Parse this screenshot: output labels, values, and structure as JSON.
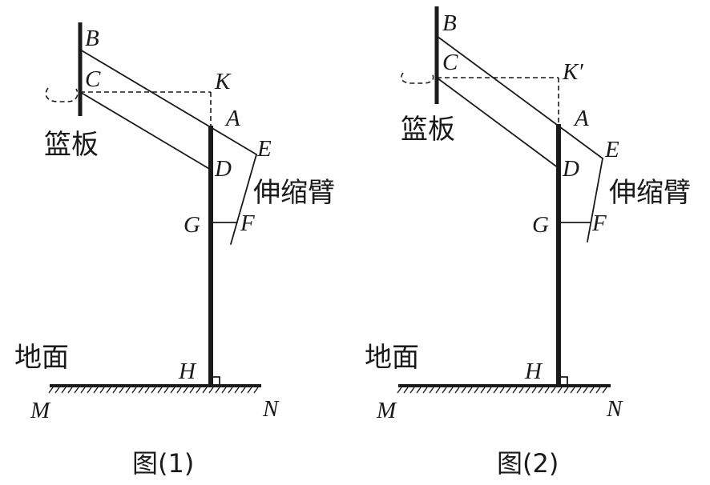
{
  "figures": [
    {
      "caption": "图(1)",
      "backboard_label": "篮板",
      "arm_label": "伸缩臂",
      "ground_label": "地面",
      "points": {
        "B": "B",
        "C": "C",
        "K": "K",
        "A": "A",
        "D": "D",
        "E": "E",
        "G": "G",
        "F": "F",
        "H": "H",
        "M": "M",
        "N": "N"
      }
    },
    {
      "caption": "图(2)",
      "backboard_label": "篮板",
      "arm_label": "伸缩臂",
      "ground_label": "地面",
      "points": {
        "B": "B",
        "C": "C",
        "K": "K′",
        "A": "A",
        "D": "D",
        "E": "E",
        "G": "G",
        "F": "F",
        "H": "H",
        "M": "M",
        "N": "N"
      }
    }
  ]
}
